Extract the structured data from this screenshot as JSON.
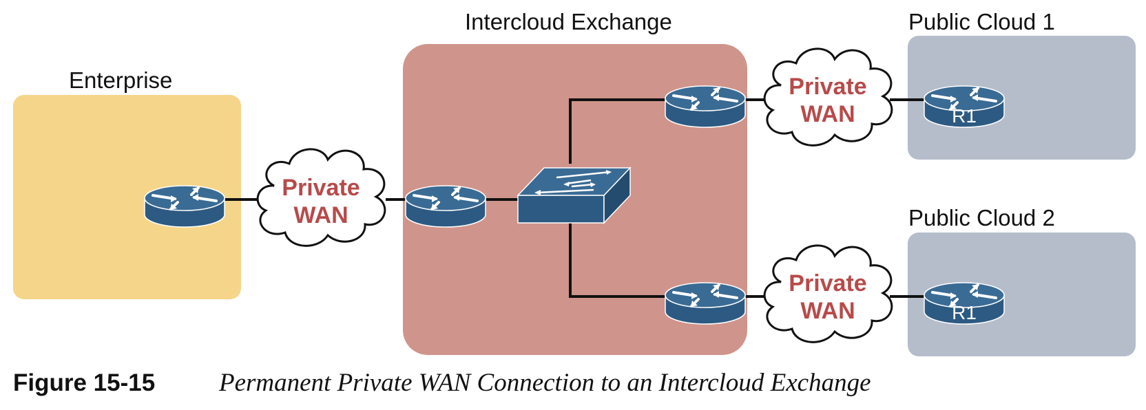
{
  "regions": {
    "enterprise": "Enterprise",
    "exchange": "Intercloud Exchange",
    "cloud1": "Public Cloud 1",
    "cloud2": "Public Cloud 2"
  },
  "wan_clouds": {
    "enterprise": [
      "Private",
      "WAN"
    ],
    "cloud1": [
      "Private",
      "WAN"
    ],
    "cloud2": [
      "Private",
      "WAN"
    ]
  },
  "routers": {
    "cloud1_r1": "R1",
    "cloud2_r1": "R1"
  },
  "caption": {
    "number": "Figure 15-15",
    "title": "Permanent Private WAN Connection to an Intercloud Exchange"
  },
  "colors": {
    "enterprise_fill": "#f5d58a",
    "exchange_fill": "#cf948b",
    "public_cloud_fill": "#b5bdcb",
    "device_fill": "#2f5d86",
    "wan_text": "#b84a4a"
  }
}
